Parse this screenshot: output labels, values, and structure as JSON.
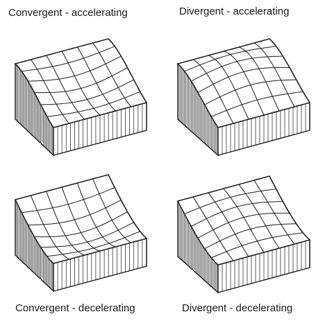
{
  "panels": [
    {
      "id": "tl",
      "caption": "Convergent - accelerating"
    },
    {
      "id": "tr",
      "caption": "Divergent - accelerating"
    },
    {
      "id": "bl",
      "caption": "Convergent - decelerating"
    },
    {
      "id": "br",
      "caption": "Divergent - decelerating"
    }
  ],
  "colors": {
    "line": "#1a1a1a",
    "background": "#ffffff"
  }
}
